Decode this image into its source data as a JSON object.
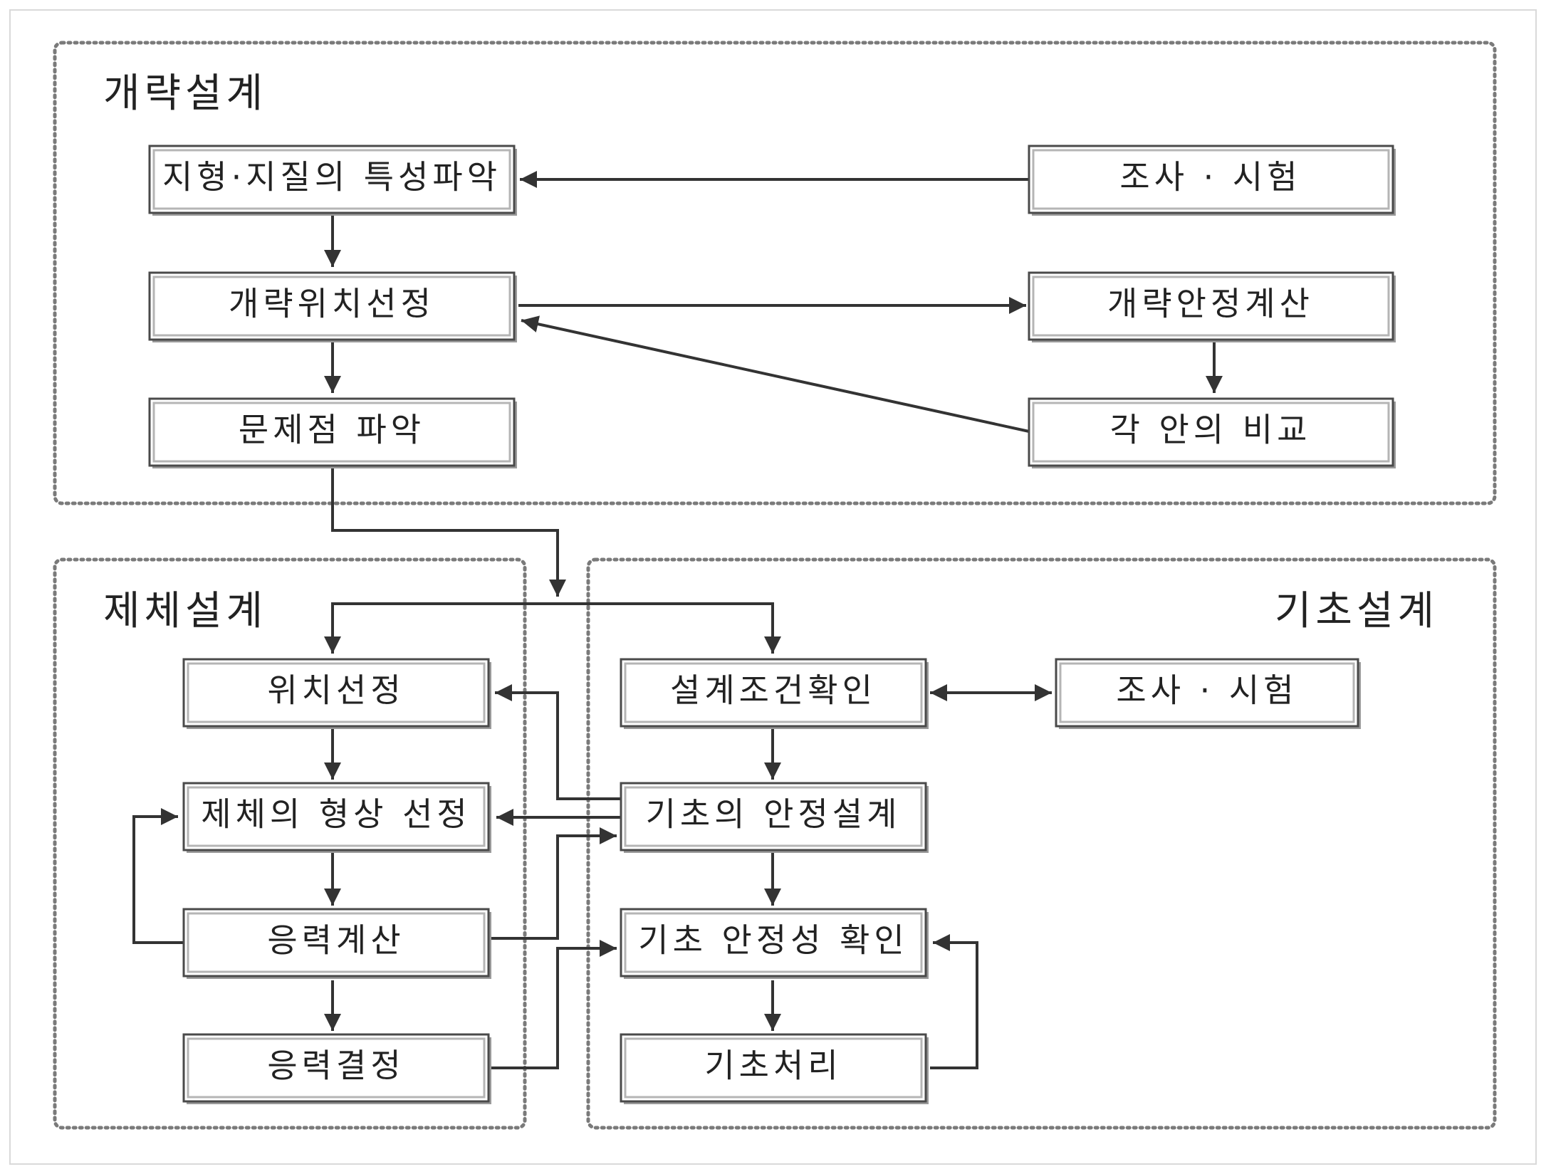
{
  "sections": {
    "schematic": {
      "title": "개략설계"
    },
    "body": {
      "title": "제체설계"
    },
    "foundation": {
      "title": "기초설계"
    }
  },
  "boxes": {
    "terrain": "지형·지질의 특성파악",
    "survey_top": "조사 · 시험",
    "site_rough": "개략위치선정",
    "stability_rough": "개략안정계산",
    "problem": "문제점 파악",
    "compare": "각 안의 비교",
    "site": "위치선정",
    "shape": "제체의 형상 선정",
    "stress_calc": "응력계산",
    "stress_decide": "응력결정",
    "condition": "설계조건확인",
    "survey_bottom": "조사 · 시험",
    "stability_design": "기초의 안정설계",
    "stability_check": "기초 안정성 확인",
    "treatment": "기초처리"
  }
}
